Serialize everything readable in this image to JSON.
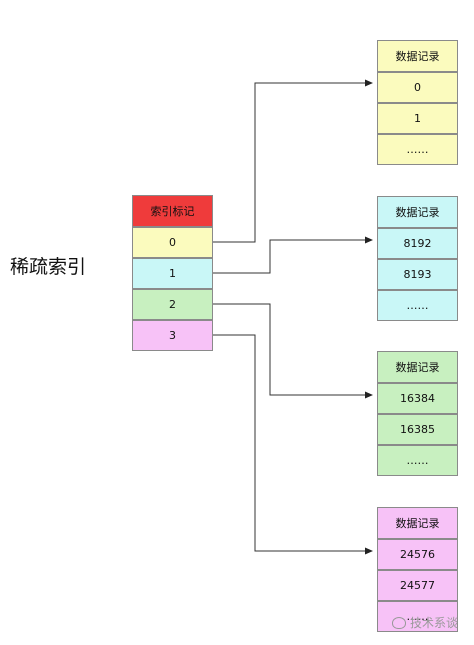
{
  "title": "稀疏索引",
  "index": {
    "header": "索引标记",
    "header_color": "#ef3b3b",
    "rows": [
      {
        "label": "0",
        "color": "#fbfbbe"
      },
      {
        "label": "1",
        "color": "#c9f7f7"
      },
      {
        "label": "2",
        "color": "#c8f0c0"
      },
      {
        "label": "3",
        "color": "#f7c2f7"
      }
    ]
  },
  "blocks": [
    {
      "header": "数据记录",
      "color": "#fbfbbe",
      "rows": [
        "0",
        "1",
        "……"
      ]
    },
    {
      "header": "数据记录",
      "color": "#c9f7f7",
      "rows": [
        "8192",
        "8193",
        "……"
      ]
    },
    {
      "header": "数据记录",
      "color": "#c8f0c0",
      "rows": [
        "16384",
        "16385",
        "……"
      ]
    },
    {
      "header": "数据记录",
      "color": "#f7c2f7",
      "rows": [
        "24576",
        "24577",
        "……"
      ]
    }
  ],
  "watermark": {
    "text": "技术系谈",
    "icon": "wechat-icon"
  }
}
